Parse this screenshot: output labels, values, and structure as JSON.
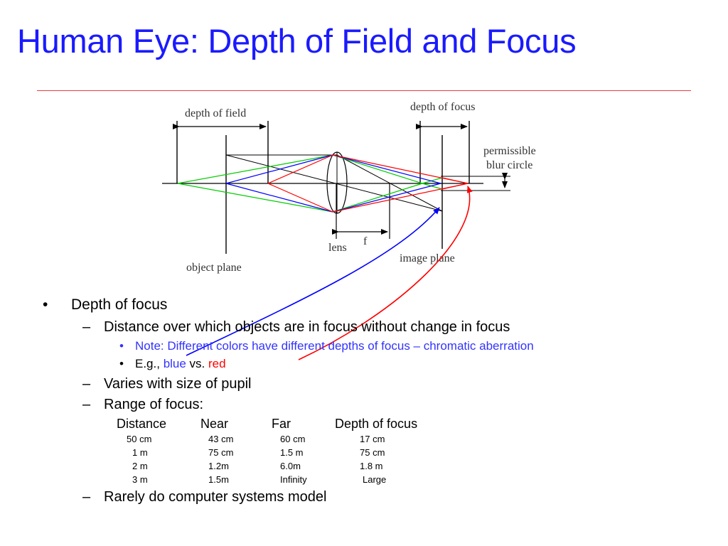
{
  "title": "Human Eye: Depth of Field and Focus",
  "diagram": {
    "labels": {
      "depth_of_field": "depth of field",
      "depth_of_focus": "depth of focus",
      "permissible": "permissible",
      "blur_circle": "blur circle",
      "lens": "lens",
      "f": "f",
      "image_plane": "image plane",
      "object_plane": "object plane"
    },
    "colors": {
      "green": "#00cc00",
      "blue": "#0000ff",
      "red": "#ff0000",
      "black": "#000000"
    }
  },
  "bullets": {
    "l1": {
      "marker": "•",
      "text": "Depth of focus"
    },
    "sub1": {
      "marker": "–",
      "text": "Distance over which objects are in focus without change in focus"
    },
    "note": {
      "marker": "•",
      "text": "Note: Different colors have different depths of focus – chromatic aberration"
    },
    "eg": {
      "marker": "•",
      "prefix": "E.g., ",
      "blue": "blue",
      "mid": " vs. ",
      "red": "red"
    },
    "sub2": {
      "marker": "–",
      "text": "Varies with size of pupil"
    },
    "sub3": {
      "marker": "–",
      "text": "Range of focus:"
    },
    "sub4": {
      "marker": "–",
      "text": "Rarely do computer systems model"
    }
  },
  "focus_table": {
    "headers": [
      "Distance",
      "Near",
      "Far",
      "Depth of focus"
    ],
    "rows": [
      [
        "50 cm",
        "43 cm",
        "60 cm",
        "17 cm"
      ],
      [
        "1 m",
        "75 cm",
        "1.5 m",
        "75 cm"
      ],
      [
        "2 m",
        "1.2m",
        "6.0m",
        "1.8 m"
      ],
      [
        "3 m",
        "1.5m",
        "Infinity",
        "Large"
      ]
    ]
  }
}
